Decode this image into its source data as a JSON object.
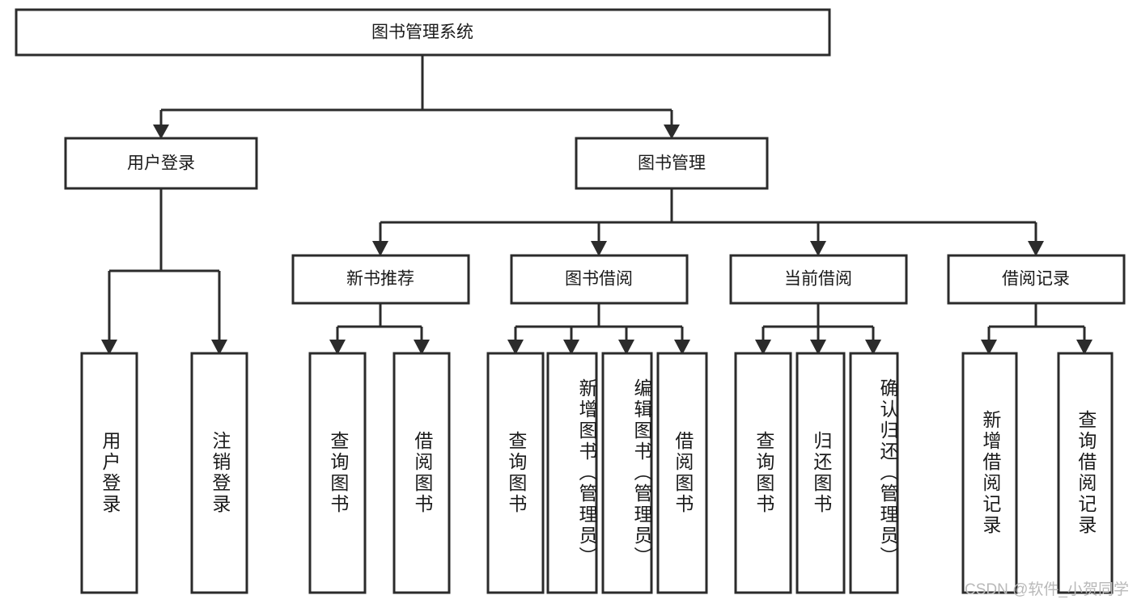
{
  "diagram": {
    "type": "tree-hierarchy",
    "title": "图书管理系统",
    "orientation": "top-down",
    "line_color": "#2b2b2b",
    "box_fill": "#ffffff",
    "text_color": "#1a1a1a",
    "root": {
      "label": "图书管理系统",
      "children": [
        {
          "label": "用户登录",
          "children": [
            {
              "label": "用户登录"
            },
            {
              "label": "注销登录"
            }
          ]
        },
        {
          "label": "图书管理",
          "children": [
            {
              "label": "新书推荐",
              "children": [
                {
                  "label": "查询图书"
                },
                {
                  "label": "借阅图书"
                }
              ]
            },
            {
              "label": "图书借阅",
              "children": [
                {
                  "label": "查询图书"
                },
                {
                  "label": "新增图书（管理员）"
                },
                {
                  "label": "编辑图书（管理员）"
                },
                {
                  "label": "借阅图书"
                }
              ]
            },
            {
              "label": "当前借阅",
              "children": [
                {
                  "label": "查询图书"
                },
                {
                  "label": "归还图书"
                },
                {
                  "label": "确认归还（管理员）"
                }
              ]
            },
            {
              "label": "借阅记录",
              "children": [
                {
                  "label": "新增借阅记录"
                },
                {
                  "label": "查询借阅记录"
                }
              ]
            }
          ]
        }
      ]
    },
    "nodes": {
      "root": {
        "label": "图书管理系统"
      },
      "level2": [
        {
          "label": "用户登录"
        },
        {
          "label": "图书管理"
        }
      ],
      "level3": [
        {
          "label": "新书推荐"
        },
        {
          "label": "图书借阅"
        },
        {
          "label": "当前借阅"
        },
        {
          "label": "借阅记录"
        }
      ],
      "leaves": [
        {
          "label": "用户登录"
        },
        {
          "label": "注销登录"
        },
        {
          "label": "查询图书"
        },
        {
          "label": "借阅图书"
        },
        {
          "label": "查询图书"
        },
        {
          "label": "新增图书（管理员）"
        },
        {
          "label": "编辑图书（管理员）"
        },
        {
          "label": "借阅图书"
        },
        {
          "label": "查询图书"
        },
        {
          "label": "归还图书"
        },
        {
          "label": "确认归还（管理员）"
        },
        {
          "label": "新增借阅记录"
        },
        {
          "label": "查询借阅记录"
        }
      ]
    }
  },
  "watermark": {
    "text": "CSDN @软件_小贺同学"
  }
}
